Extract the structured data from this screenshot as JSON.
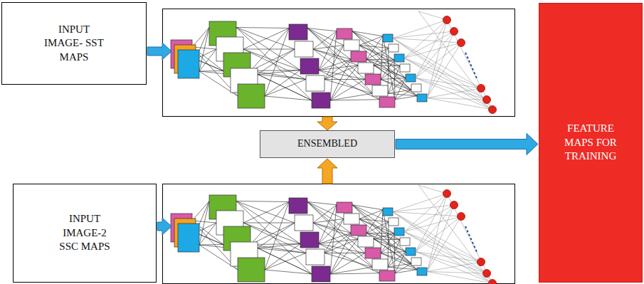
{
  "diagram": {
    "nodes": [
      {
        "text": [
          "INPUT IMAGE- SST MAPS"
        ]
      },
      {
        "text": [
          "ENSEMBLED"
        ]
      },
      {
        "text": [
          "INPUT IMAGE-2 SSC MAPS"
        ]
      },
      {
        "text": [
          "FEATURE MAPS FOR TRAINING"
        ]
      }
    ],
    "edges": [
      {
        "from": 1,
        "to": 3,
        "arrow": "to"
      }
    ]
  }
}
